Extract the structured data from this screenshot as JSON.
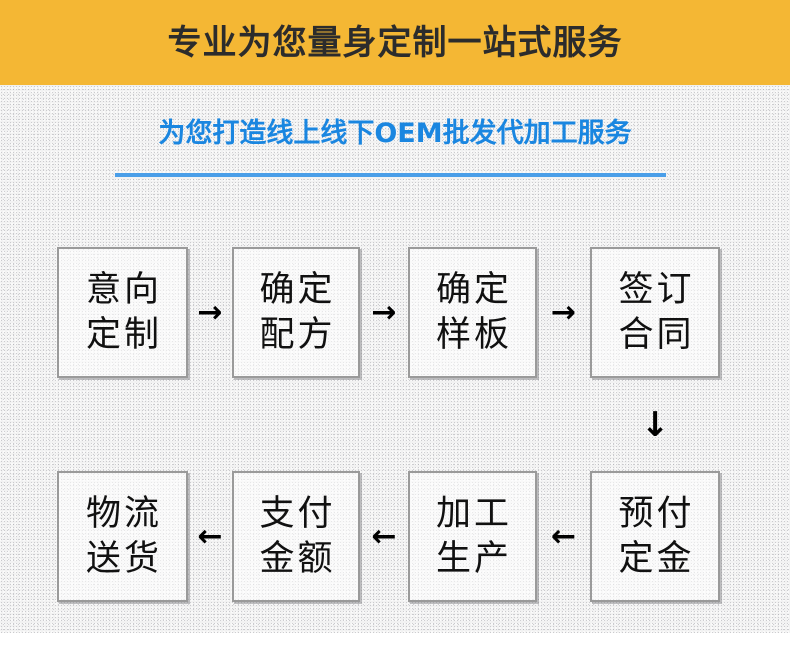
{
  "header": {
    "title": "专业为您量身定制一站式服务",
    "background_color": "#f4b734",
    "text_color": "#2c2c2c"
  },
  "subtitle": {
    "text": "为您打造线上线下OEM批发代加工服务",
    "color": "#1a86e0",
    "rule_color": "#4a9ee8"
  },
  "flow": {
    "row1": [
      {
        "line1": "意向",
        "line2": "定制"
      },
      {
        "line1": "确定",
        "line2": "配方"
      },
      {
        "line1": "确定",
        "line2": "样板"
      },
      {
        "line1": "签订",
        "line2": "合同"
      }
    ],
    "row1_arrows": [
      "→",
      "→",
      "→"
    ],
    "turn_arrow": "↓",
    "row2": [
      {
        "line1": "物流",
        "line2": "送货"
      },
      {
        "line1": "支付",
        "line2": "金额"
      },
      {
        "line1": "加工",
        "line2": "生产"
      },
      {
        "line1": "预付",
        "line2": "定金"
      }
    ],
    "row2_arrows": [
      "←",
      "←",
      "←"
    ],
    "box_border_color": "#9a9a9a",
    "text_color": "#111111"
  },
  "page": {
    "background_color": "#f2f2f2"
  }
}
